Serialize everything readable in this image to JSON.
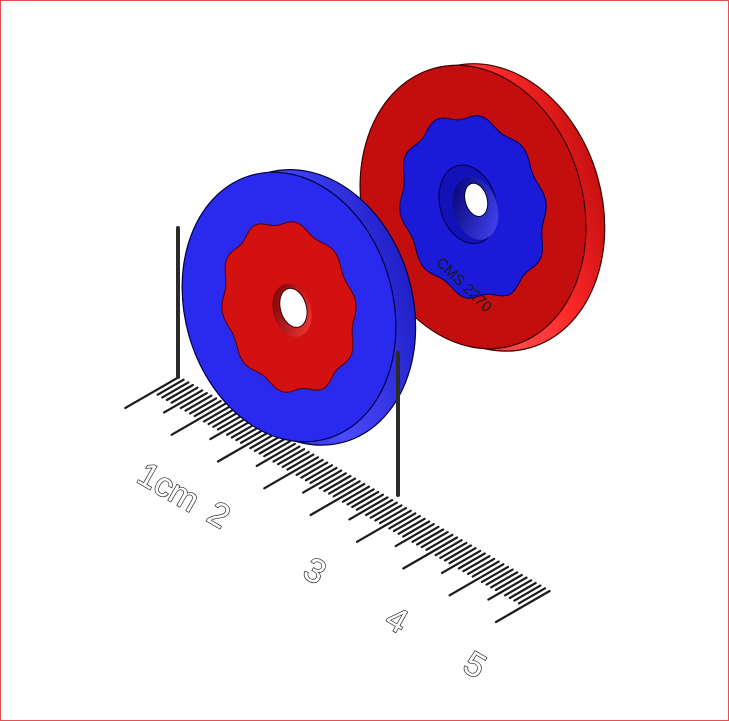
{
  "scene": {
    "ruler": {
      "labels": [
        "1cm",
        "2",
        "3",
        "4",
        "5"
      ]
    },
    "disk_front": {
      "outer_color": "#2a2aee",
      "inner_color": "#d41111"
    },
    "disk_back": {
      "outer_color": "#e81a1a",
      "inner_color": "#1a1ad8",
      "engraving": "CMS 2270"
    }
  }
}
